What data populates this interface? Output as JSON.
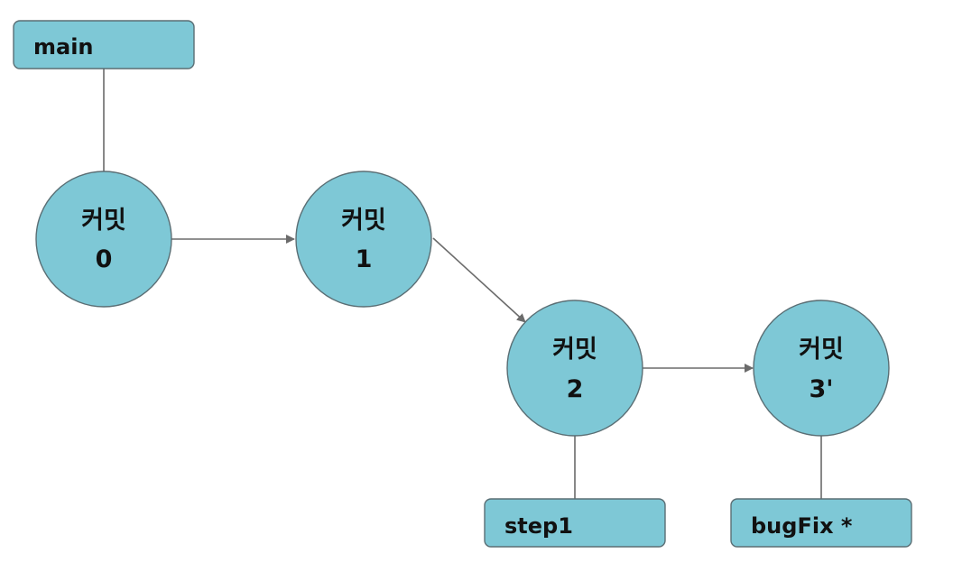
{
  "colors": {
    "node_fill": "#7ec8d6",
    "node_stroke": "#5a6e74",
    "edge": "#6b6b6b",
    "text": "#111111"
  },
  "commits": [
    {
      "title": "커밋",
      "number": "0"
    },
    {
      "title": "커밋",
      "number": "1"
    },
    {
      "title": "커밋",
      "number": "2"
    },
    {
      "title": "커밋",
      "number": "3'"
    }
  ],
  "branches": [
    {
      "name": "main",
      "target": "0"
    },
    {
      "name": "step1",
      "target": "2"
    },
    {
      "name": "bugFix *",
      "target": "3"
    }
  ]
}
